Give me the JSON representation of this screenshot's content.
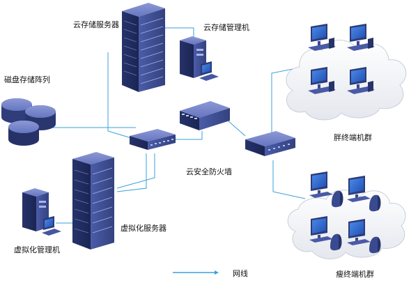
{
  "labels": {
    "cloud_storage_server": "云存储服务器",
    "cloud_storage_mgmt": "云存储管理机",
    "disk_array": "磁盘存储阵列",
    "fat_client_group": "胖终端机群",
    "firewall": "云安全防火墙",
    "virtualization_server": "虚拟化服务器",
    "virtualization_mgmt": "虚拟化管理机",
    "thin_client_group": "瘦终端机群",
    "legend_network": "网线"
  },
  "colors": {
    "line": "#3aa0d8",
    "device_dark": "#2c3b78",
    "device_mid": "#4657a2",
    "device_light": "#7d8bc9",
    "screen": "#2b64c9",
    "cloud": "#eef0f4"
  },
  "icons": [
    "server-rack-icon",
    "workstation-icon",
    "disk-array-icon",
    "switch-icon",
    "firewall-icon",
    "monitor-icon",
    "thin-client-icon",
    "cloud-icon"
  ]
}
